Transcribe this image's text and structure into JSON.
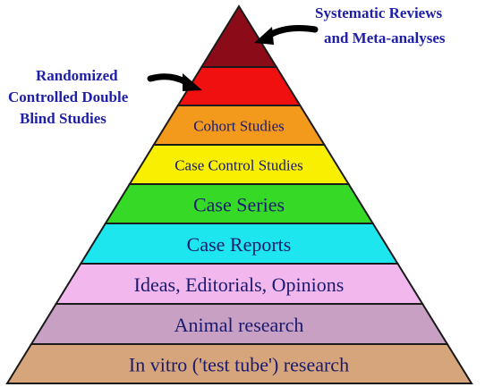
{
  "pyramid": {
    "tiers": [
      {
        "label": "",
        "color": "#8b0c18"
      },
      {
        "label": "",
        "color": "#f01010"
      },
      {
        "label": "Cohort Studies",
        "color": "#f39a1c"
      },
      {
        "label": "Case Control Studies",
        "color": "#f8f000"
      },
      {
        "label": "Case Series",
        "color": "#36d926"
      },
      {
        "label": "Case Reports",
        "color": "#1ee6ee"
      },
      {
        "label": "Ideas, Editorials, Opinions",
        "color": "#f2b8ee"
      },
      {
        "label": "Animal research",
        "color": "#c7a0c4"
      },
      {
        "label": "In vitro ('test tube') research",
        "color": "#d6a57b"
      }
    ]
  },
  "callouts": {
    "top": {
      "lines": [
        "Systematic Reviews",
        "and Meta-analyses"
      ]
    },
    "second": {
      "lines": [
        "Randomized",
        "Controlled Double",
        "Blind Studies"
      ]
    }
  },
  "colors": {
    "outline": "#1a1a1a",
    "callout_text": "#1f1fa8",
    "arrow": "#000000"
  }
}
